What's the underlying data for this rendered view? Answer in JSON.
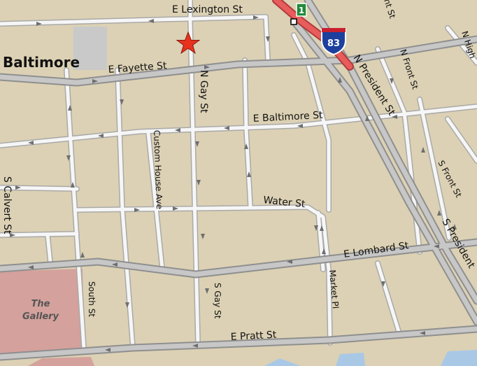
{
  "map": {
    "city_label": "Baltimore",
    "streets": {
      "e_lexington": "E Lexington St",
      "e_fayette": "E Fayette St",
      "n_gay": "N Gay St",
      "e_baltimore": "E Baltimore St",
      "custom_house": "Custom House Ave",
      "water": "Water St",
      "s_calvert": "S Calvert St",
      "south": "South St",
      "s_gay": "S Gay St",
      "e_pratt": "E Pratt St",
      "market_pl": "Market Pl",
      "e_lombard": "E Lombard St",
      "n_president": "N President St",
      "s_president": "S President",
      "n_front": "N Front St",
      "s_front": "S Front St",
      "front_top": "nt St",
      "n_high": "N High"
    },
    "shields": {
      "interstate_number": "83",
      "route_number": "1"
    },
    "poi": {
      "gallery_line1": "The",
      "gallery_line2": "Gallery"
    },
    "colors": {
      "land": "#dcd1b4",
      "gallery_block": "#d4a19c",
      "gray_block": "#c9c9c9",
      "water": "#a9c8e6",
      "highway": "#e85c5c",
      "marker": "#e8321d",
      "interstate_blue": "#1d3f9e",
      "route_green": "#1f8a3a"
    },
    "marker": "star-marker-icon"
  }
}
